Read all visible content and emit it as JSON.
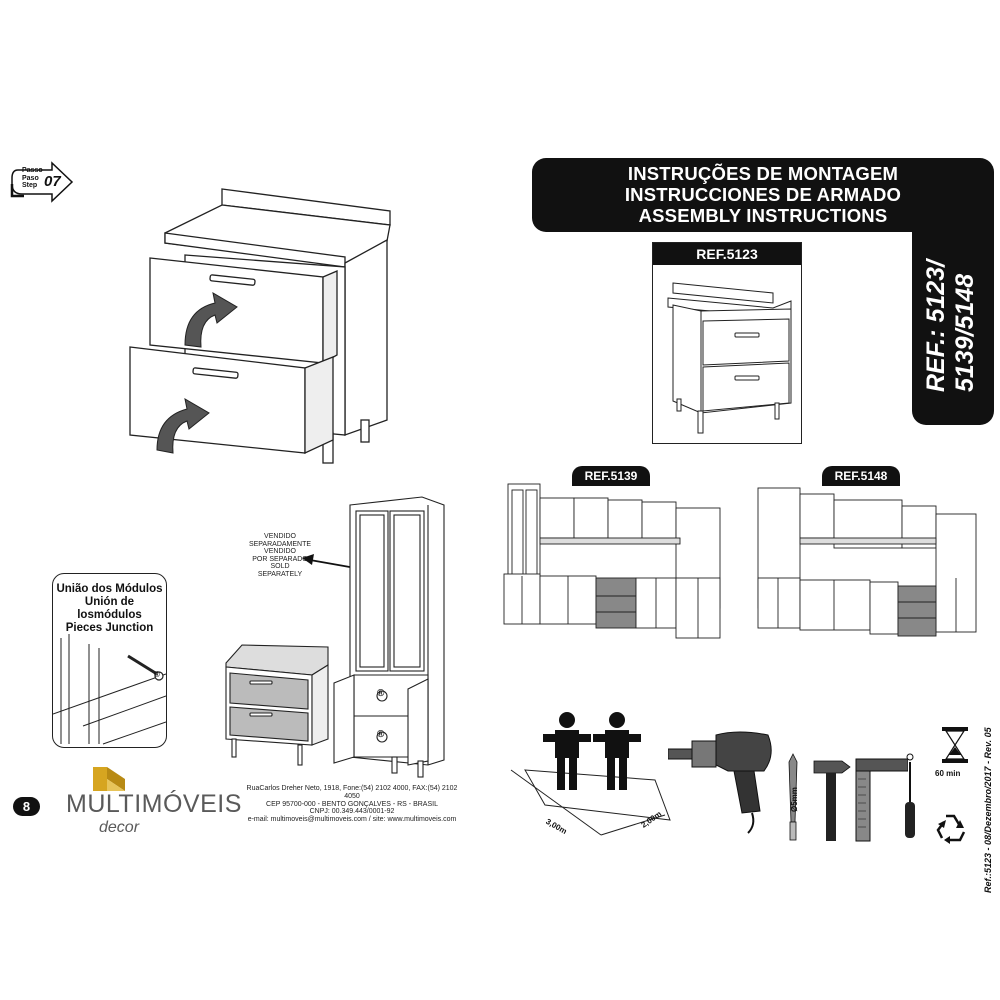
{
  "step": {
    "labels": [
      "Passo",
      "Paso",
      "Step"
    ],
    "number": "07"
  },
  "title": {
    "line1": "INSTRUÇÕES DE MONTAGEM",
    "line2": "INSTRUCCIONES DE ARMADO",
    "line3": "ASSEMBLY INSTRUCTIONS"
  },
  "references": {
    "vertical_line1": "REF.: 5123/",
    "vertical_line2": "5139/5148",
    "main": "REF.5123",
    "kitchen_a": "REF.5139",
    "kitchen_b": "REF.5148"
  },
  "sold_separately": [
    "VENDIDO",
    "SEPARADAMENTE",
    "VENDIDO",
    "POR SEPARADO",
    "SOLD",
    "SEPARATELY"
  ],
  "junction": {
    "line1": "União dos Módulos",
    "line2": "Unión de losmódulos",
    "line3": "Pieces Junction"
  },
  "part_marker": "®",
  "brand": {
    "name": "MULTIMÓVEIS",
    "sub": "decor"
  },
  "page_number": "8",
  "address": [
    "RuaCarlos Dreher Neto, 1918, Fone:(54) 2102 4000, FAX:(54) 2102 4050",
    "CEP 95700-000 - BENTO GONÇALVES - RS - BRASIL",
    "CNPJ: 00.349.443/0001-92",
    "e-mail: multimoveis@multimoveis.com / site: www.multimoveis.com"
  ],
  "workspace": {
    "width": "3,00m",
    "depth": "2,00m"
  },
  "tools": {
    "drill_bit": "Ø5mm",
    "time": "60 min"
  },
  "revision": "Ref.:5123 - 08/Dezembro/2017 - Rev. 05",
  "icons": [
    "arrow-right-icon",
    "curved-arrow-icon",
    "screw-icon",
    "person-icon",
    "drill-icon",
    "hammer-icon",
    "square-ruler-icon",
    "screwdriver-icon",
    "hourglass-icon",
    "recycle-icon"
  ]
}
